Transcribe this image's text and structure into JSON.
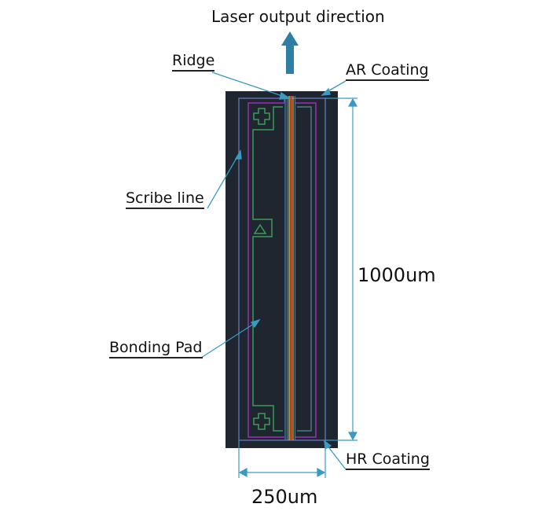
{
  "title": "Laser output direction",
  "labels": {
    "ridge": "Ridge",
    "ar_coating": "AR Coating",
    "scribe_line": "Scribe line",
    "bonding_pad": "Bonding Pad",
    "hr_coating": "HR Coating"
  },
  "dimensions": {
    "length": "1000um",
    "width": "250um"
  },
  "colors": {
    "chip_background": "#1f262f",
    "scribe_line": "#5b6ea8",
    "metal_outline": "#9b2fb8",
    "pad_outline": "#3f9a5a",
    "ridge_red": "#d9453a",
    "ridge_yellow": "#c9b03a",
    "ridge_blue": "#3a7fc0",
    "leader": "#3a9ac4",
    "arrow": "#2e7fa6"
  }
}
